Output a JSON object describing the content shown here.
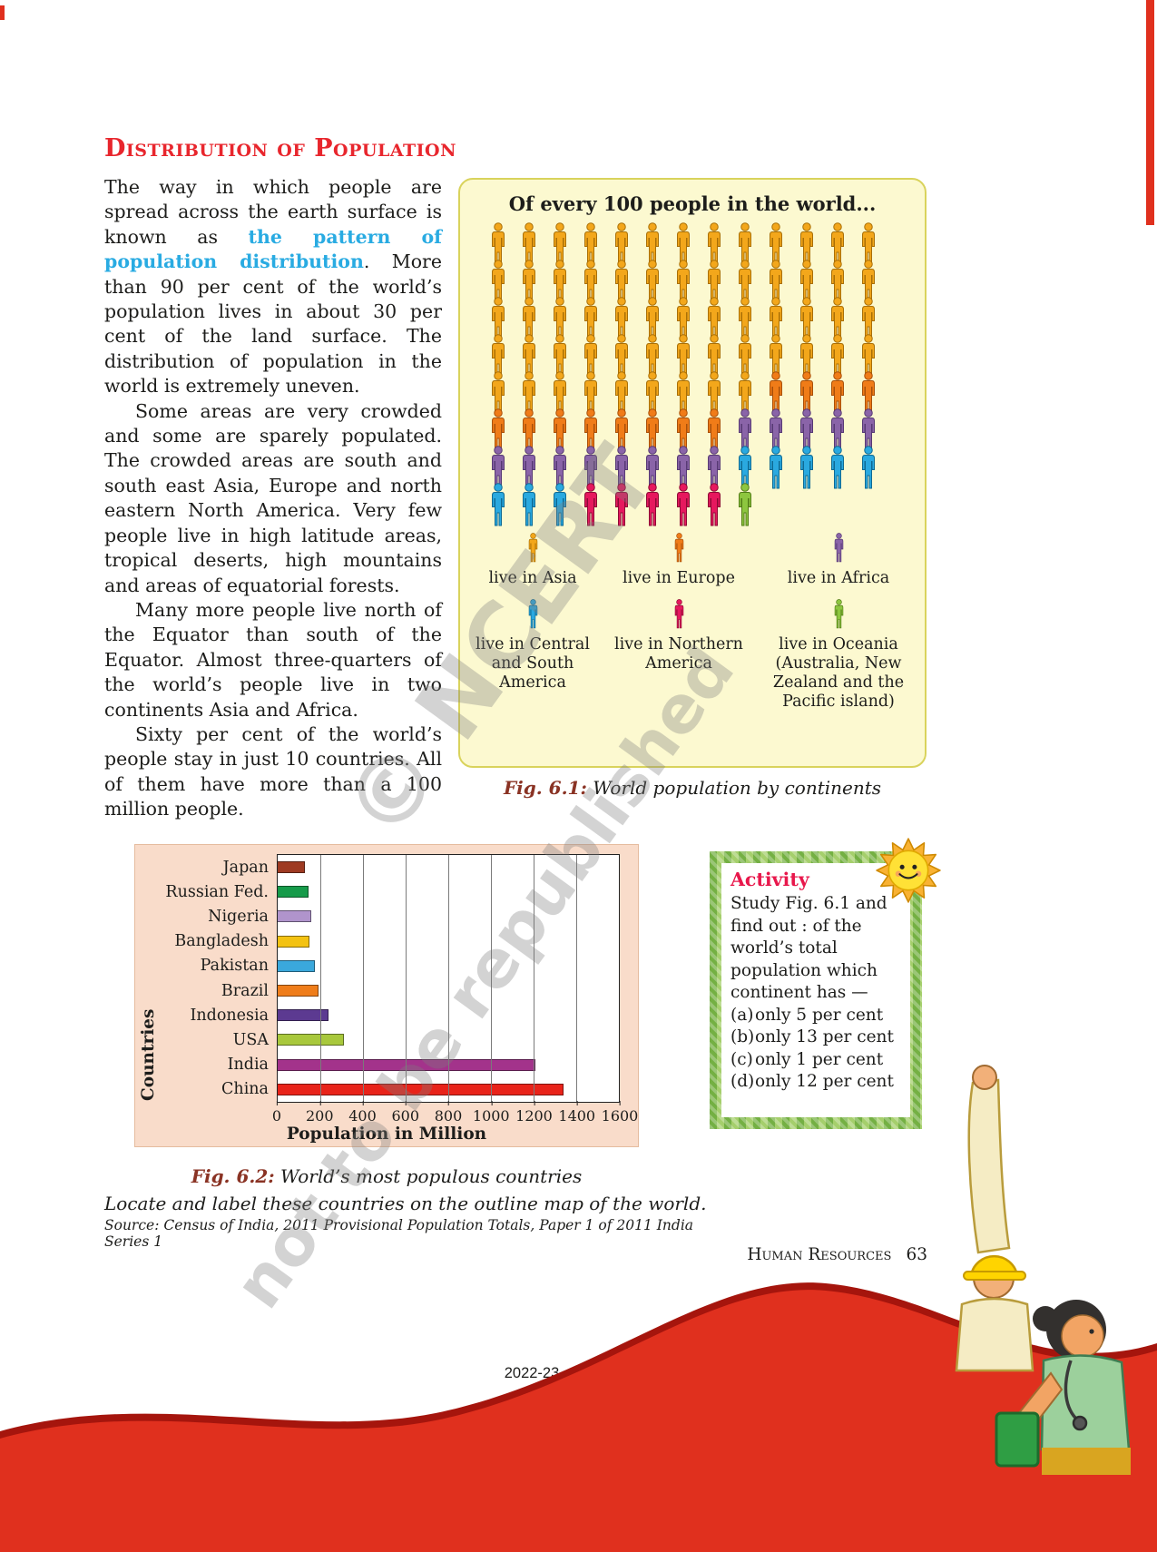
{
  "theme": {
    "heading_red": "#e8262d",
    "highlight_blue": "#29abe2",
    "band_red": "#e0301e",
    "fig61_bg": "#fcf9d0",
    "fig62_bg": "#f9dcca",
    "activity_green": "#74b043"
  },
  "watermark": {
    "line1": "© NCERT",
    "line2": "not to be republished"
  },
  "article": {
    "heading": "Distribution of Population",
    "para1": {
      "before": "The way in which people are spread across the earth surface is known as ",
      "highlight": "the pattern of population distribution",
      "after": ". More than 90 per cent of the world’s population lives in about 30 per cent of the land surface. The distribution of population in the world is extremely uneven."
    },
    "paragraphs": [
      "Some areas are very crowded and some are sparely populated. The crowded areas are south and south east Asia, Europe and north eastern North America. Very few people live in high latitude areas, tropical deserts, high mountains and areas of equatorial forests.",
      "Many more people live north of the Equator than south of the Equator. Almost three-quarters of the world’s people live in two continents Asia and Africa.",
      "Sixty per cent of the world’s people stay in just 10 countries. All of them have more than a 100 million people."
    ]
  },
  "fig61": {
    "title": "Of every 100 people in the world...",
    "caption_label": "Fig. 6.1:",
    "caption_text": " World population by continents",
    "groups": [
      {
        "name": "Asia",
        "label": "live in Asia",
        "count": 61,
        "color": "#f3a71b",
        "dark": "#a96f06"
      },
      {
        "name": "Europe",
        "label": "live in Europe",
        "count": 12,
        "color": "#f07c18",
        "dark": "#a8500a"
      },
      {
        "name": "Africa",
        "label": "live in Africa",
        "count": 13,
        "color": "#8a64a8",
        "dark": "#573a74"
      },
      {
        "name": "Central and South America",
        "label": "live in Central and South America",
        "count": 8,
        "color": "#2aa9e0",
        "dark": "#0f6a93"
      },
      {
        "name": "Northern America",
        "label": "live in Northern America",
        "count": 5,
        "color": "#e6185e",
        "dark": "#8e0a35"
      },
      {
        "name": "Oceania",
        "label": "live in Oceania (Australia, New Zealand and the Pacific island)",
        "count": 1,
        "color": "#8dc63f",
        "dark": "#527c17"
      }
    ]
  },
  "fig62": {
    "caption_label": "Fig. 6.2:",
    "caption_text": " World’s most populous countries",
    "subcaption": "Locate and label these countries on the outline map of the world.",
    "source": "Source: Census of India, 2011 Provisional Population Totals, Paper 1 of 2011 India Series 1"
  },
  "chart_data": [
    {
      "type": "pictogram",
      "title": "Of every 100 people in the world...",
      "categories": [
        "Asia",
        "Europe",
        "Africa",
        "Central and South America",
        "Northern America",
        "Oceania"
      ],
      "values": [
        61,
        12,
        13,
        8,
        5,
        1
      ]
    },
    {
      "type": "bar",
      "orientation": "horizontal",
      "title": "World’s most populous countries",
      "categories": [
        "Japan",
        "Russian Fed.",
        "Nigeria",
        "Bangladesh",
        "Pakistan",
        "Brazil",
        "Indonesia",
        "USA",
        "India",
        "China"
      ],
      "values": [
        128,
        143,
        158,
        150,
        175,
        190,
        240,
        310,
        1210,
        1341
      ],
      "colors": [
        "#9e3a22",
        "#169b4a",
        "#b094cc",
        "#f3c211",
        "#3aa8dc",
        "#ef7d1a",
        "#5c3a91",
        "#a8c83c",
        "#a3338b",
        "#e8231a"
      ],
      "xlabel": "Population in Million",
      "ylabel": "Countries",
      "xlim": [
        0,
        1600
      ],
      "xticks": [
        0,
        200,
        400,
        600,
        800,
        1000,
        1200,
        1400,
        1600
      ],
      "grid": true
    }
  ],
  "activity": {
    "title": "Activity",
    "intro": "Study Fig. 6.1 and find out : of the world’s total population which continent has —",
    "options": [
      {
        "key": "(a)",
        "text": "only 5 per cent"
      },
      {
        "key": "(b)",
        "text": "only 13 per cent"
      },
      {
        "key": "(c)",
        "text": "only 1 per cent"
      },
      {
        "key": "(d)",
        "text": "only 12 per cent"
      }
    ]
  },
  "footer": {
    "running": "Human Resources",
    "page": "63",
    "year": "2022-23"
  }
}
